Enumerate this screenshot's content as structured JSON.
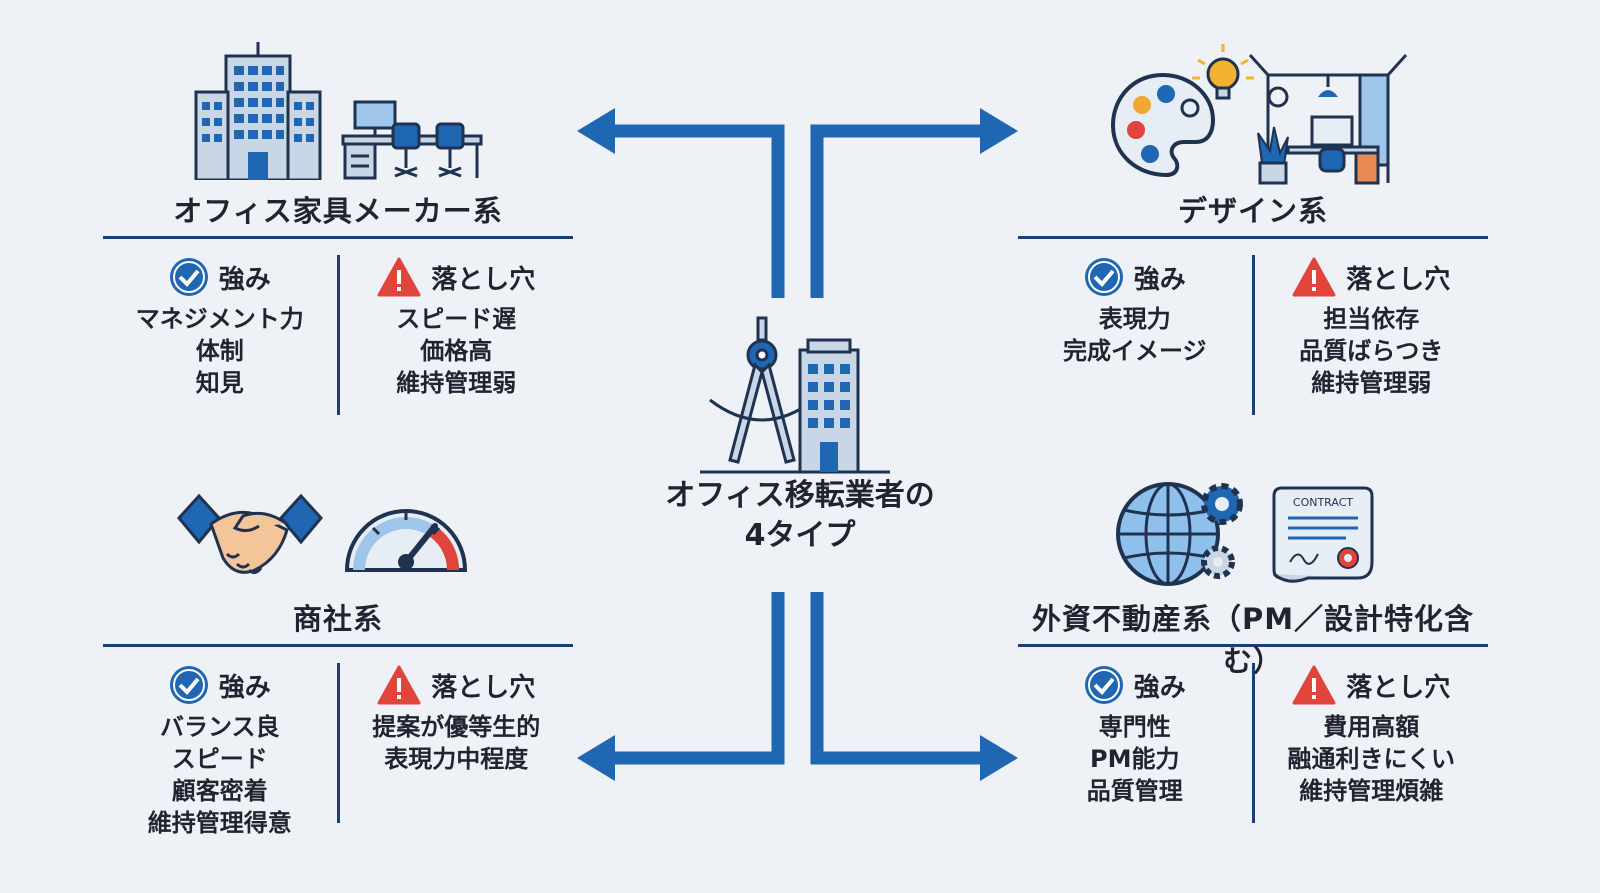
{
  "center": {
    "title_line1": "オフィス移転業者の",
    "title_line2": "4タイプ"
  },
  "labels": {
    "strength": "強み",
    "pitfall": "落とし穴"
  },
  "icons": {
    "center": "compass-building-icon",
    "top_left": [
      "office-building-icon",
      "office-desk-icon"
    ],
    "top_right": [
      "palette-icon",
      "design-room-icon"
    ],
    "bottom_left": [
      "handshake-icon",
      "speedometer-icon"
    ],
    "bottom_right": [
      "globe-gear-icon",
      "contract-icon"
    ],
    "strength": "check-circle-icon",
    "pitfall": "warning-triangle-icon"
  },
  "contract_text": "CONTRACT",
  "colors": {
    "accent": "#1f66b3",
    "rule": "#1b3f72",
    "warning": "#e0443a",
    "check": "#1f66b3"
  },
  "quadrants": {
    "top_left": {
      "title": "オフィス家具メーカー系",
      "strengths": [
        "マネジメント力",
        "体制",
        "知見"
      ],
      "pitfalls": [
        "スピード遅",
        "価格高",
        "維持管理弱"
      ]
    },
    "top_right": {
      "title": "デザイン系",
      "strengths": [
        "表現力",
        "完成イメージ"
      ],
      "pitfalls": [
        "担当依存",
        "品質ばらつき",
        "維持管理弱"
      ]
    },
    "bottom_left": {
      "title": "商社系",
      "strengths": [
        "バランス良",
        "スピード",
        "顧客密着",
        "維持管理得意"
      ],
      "pitfalls": [
        "提案が優等生的",
        "表現力中程度"
      ]
    },
    "bottom_right": {
      "title": "外資不動産系（PM／設計特化含む）",
      "strengths": [
        "専門性",
        "PM能力",
        "品質管理"
      ],
      "pitfalls": [
        "費用高額",
        "融通利きにくい",
        "維持管理煩雑"
      ]
    }
  }
}
